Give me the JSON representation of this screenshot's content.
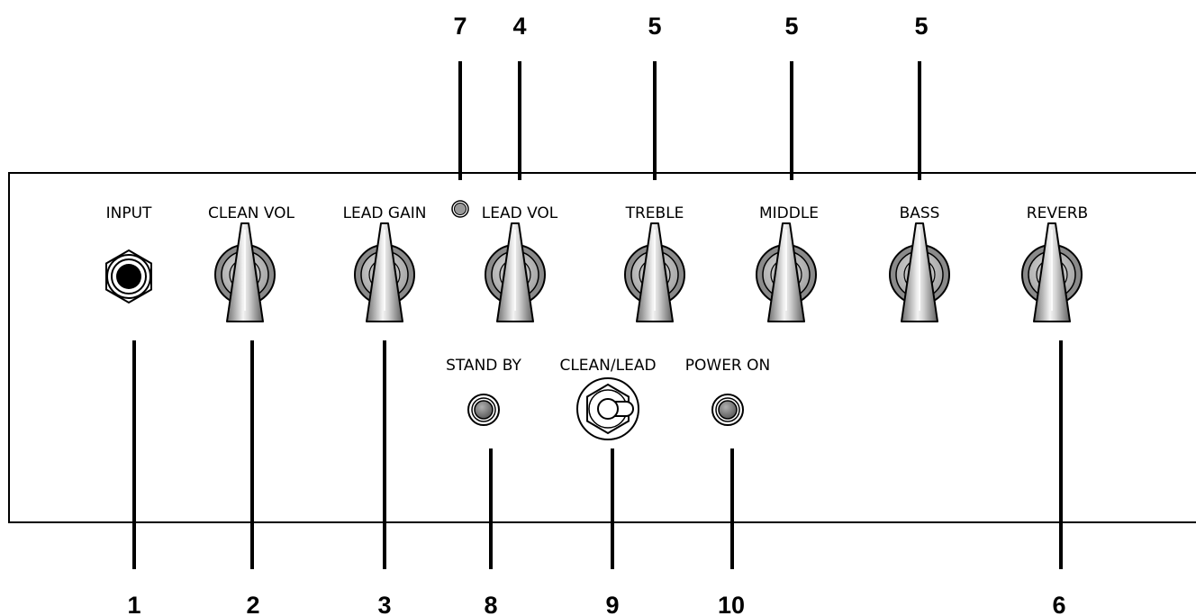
{
  "panel_labels": {
    "input": "INPUT",
    "clean_vol": "CLEAN VOL",
    "lead_gain": "LEAD GAIN",
    "lead_vol": "LEAD VOL",
    "treble": "TREBLE",
    "middle": "MIDDLE",
    "bass": "BASS",
    "reverb": "REVERB",
    "stand_by": "STAND BY",
    "clean_lead": "CLEAN/LEAD",
    "power_on": "POWER ON"
  },
  "callouts": {
    "input": "1",
    "clean_vol": "2",
    "lead_gain": "3",
    "lead_vol": "4",
    "treble": "5",
    "middle": "5",
    "bass": "5",
    "reverb": "6",
    "indicator": "7",
    "stand_by": "8",
    "clean_lead": "9",
    "power_on": "10"
  },
  "icons": {
    "knob": "knob-icon",
    "jack": "input-jack-icon",
    "switch": "switch-icon",
    "toggle": "toggle-switch-icon",
    "led": "led-indicator-icon"
  },
  "colors": {
    "outline": "#000000",
    "panel": "#ffffff",
    "knob_face": "#c8c8c8",
    "knob_ring": "#8a8a8a",
    "knob_pointer": "#e6e6e6",
    "switch_cap": "#8f8f8f"
  }
}
